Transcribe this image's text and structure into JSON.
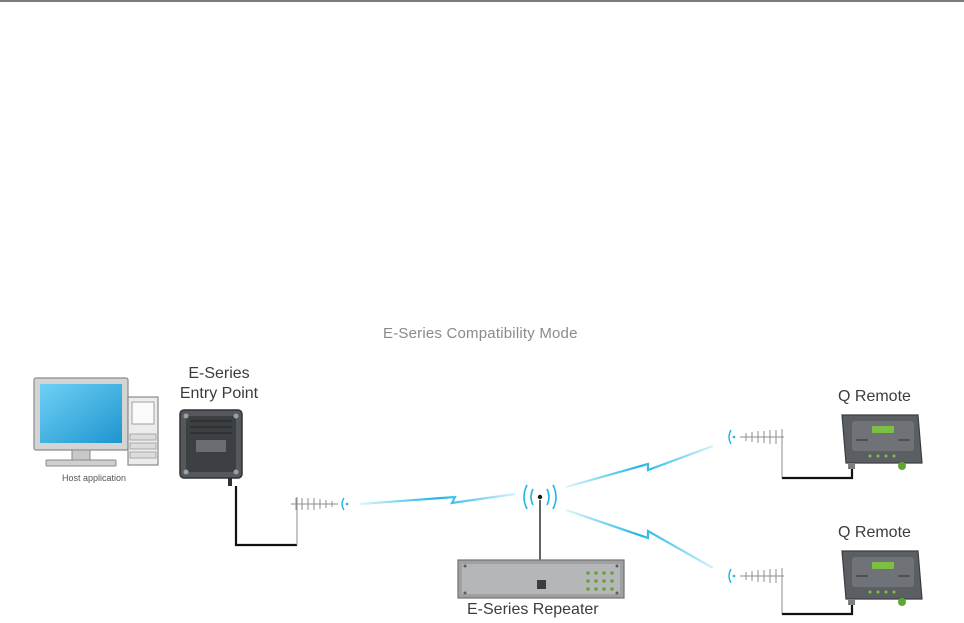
{
  "diagram": {
    "title": "E-Series Compatibility Mode",
    "nodes": {
      "host_label": "Host application",
      "entry_point_line1": "E-Series",
      "entry_point_line2": "Entry Point",
      "repeater_label": "E-Series Repeater",
      "remote1_label": "Q Remote",
      "remote2_label": "Q Remote"
    },
    "colors": {
      "radio_link": "#1fb6e6",
      "cable": "#111111",
      "monitor_screen": "#29a8e0",
      "device_body": "#5a5d60",
      "device_accent": "#7bc043",
      "text": "#3c3c3c"
    }
  }
}
